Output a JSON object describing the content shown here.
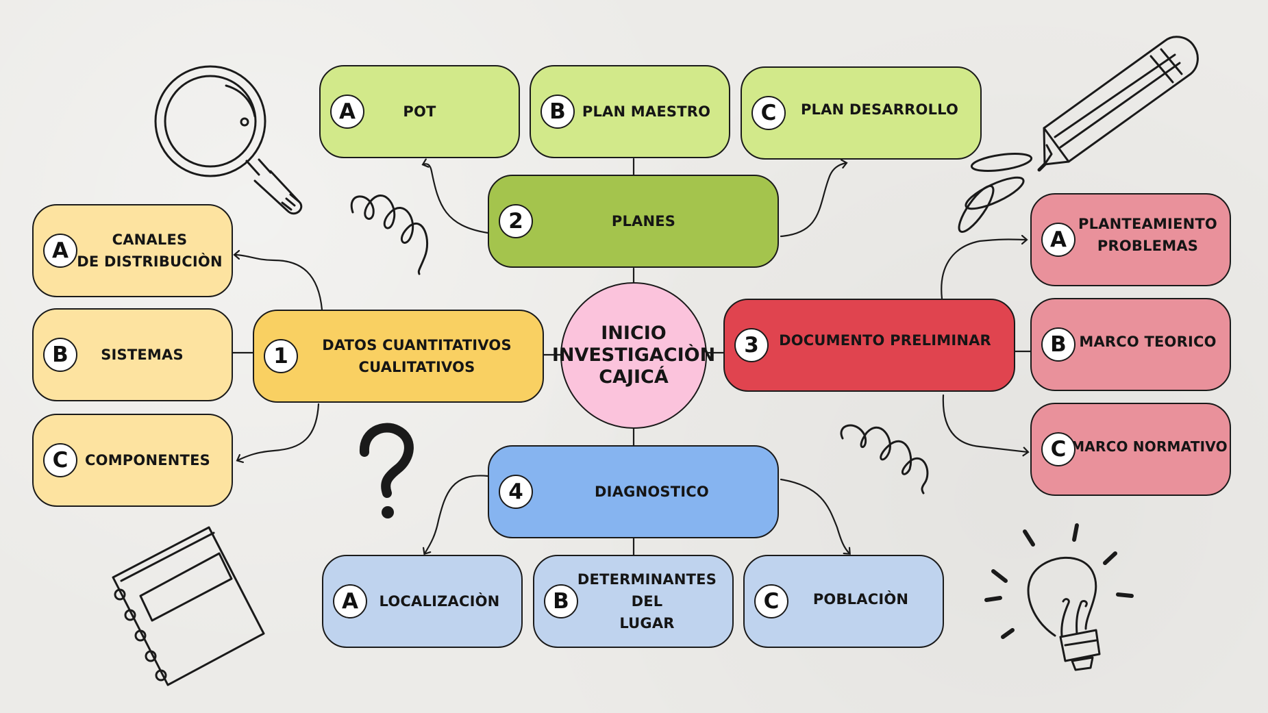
{
  "center": {
    "label": "INICIO\nINVESTIGACIÒN\nCAJICÁ"
  },
  "branches": [
    {
      "id": "datos",
      "number": "1",
      "label": "DATOS CUANTITATIVOS\nCUALITATIVOS",
      "color": "#f9d062",
      "children": [
        {
          "letter": "A",
          "label": "CANALES\nDE DISTRIBUCIÒN"
        },
        {
          "letter": "B",
          "label": "SISTEMAS"
        },
        {
          "letter": "C",
          "label": "COMPONENTES"
        }
      ]
    },
    {
      "id": "planes",
      "number": "2",
      "label": "PLANES",
      "color": "#a4c44d",
      "children": [
        {
          "letter": "A",
          "label": "POT"
        },
        {
          "letter": "B",
          "label": "PLAN MAESTRO"
        },
        {
          "letter": "C",
          "label": "PLAN DESARROLLO"
        }
      ]
    },
    {
      "id": "documento",
      "number": "3",
      "label": "DOCUMENTO PRELIMINAR",
      "color": "#e0444f",
      "children": [
        {
          "letter": "A",
          "label": "PLANTEAMIENTO\nPROBLEMAS"
        },
        {
          "letter": "B",
          "label": "MARCO TEORICO"
        },
        {
          "letter": "C",
          "label": "MARCO NORMATIVO"
        }
      ]
    },
    {
      "id": "diagnostico",
      "number": "4",
      "label": "DIAGNOSTICO",
      "color": "#86b4f0",
      "children": [
        {
          "letter": "A",
          "label": "LOCALIZACIÒN"
        },
        {
          "letter": "B",
          "label": "DETERMINANTES\nDEL\nLUGAR"
        },
        {
          "letter": "C",
          "label": "POBLACIÒN"
        }
      ]
    }
  ],
  "doodles": [
    "magnifier-icon",
    "pencil-icon",
    "notebook-icon",
    "lightbulb-icon",
    "question-mark-icon",
    "spring-icon"
  ]
}
